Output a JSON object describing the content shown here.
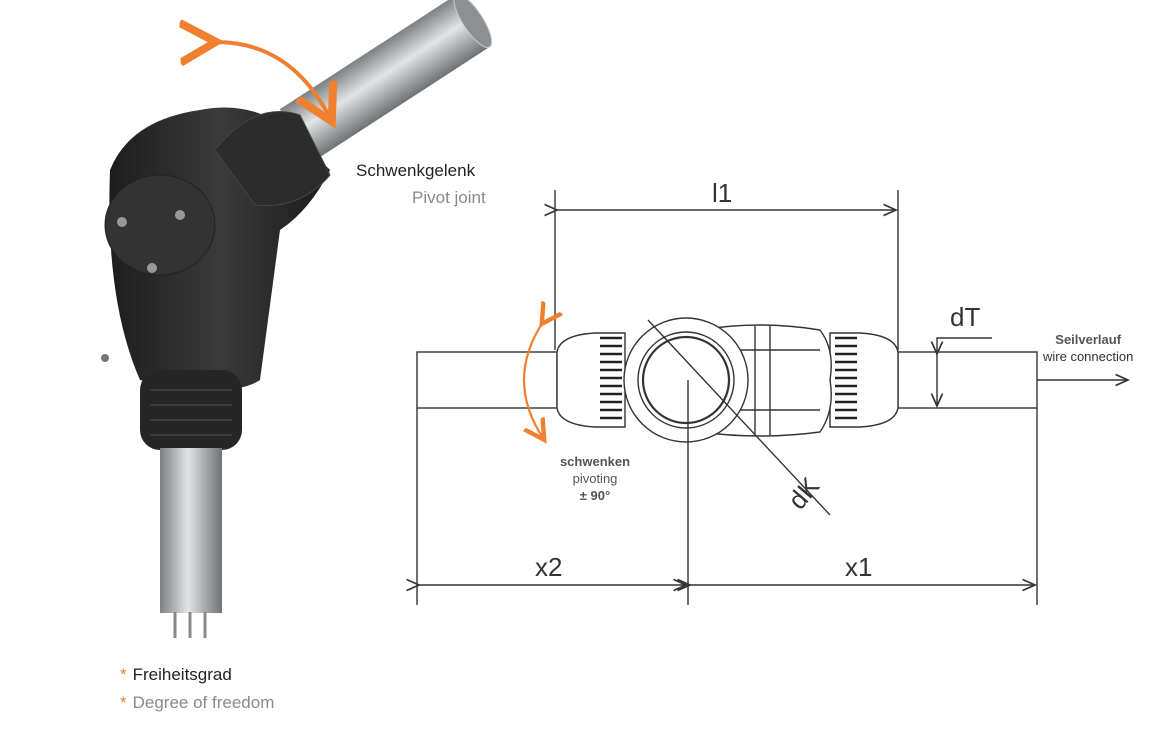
{
  "product_labels": {
    "joint_de": "Schwenkgelenk",
    "joint_en": "Pivot joint"
  },
  "legend": {
    "marker": "*",
    "de": "Freiheitsgrad",
    "en": "Degree of freedom"
  },
  "pivot_labels": {
    "de": "schwenken",
    "en": "pivoting",
    "range": "± 90°"
  },
  "wire_labels": {
    "de": "Seilverlauf",
    "en": "wire connection"
  },
  "dimensions": {
    "l1": "l1",
    "dT": "dT",
    "dK": "dK",
    "x1": "x1",
    "x2": "x2"
  },
  "colors": {
    "accent": "#f08030",
    "line": "#333333",
    "body": "#2a2a2a",
    "tube": "#b5b8ba"
  }
}
